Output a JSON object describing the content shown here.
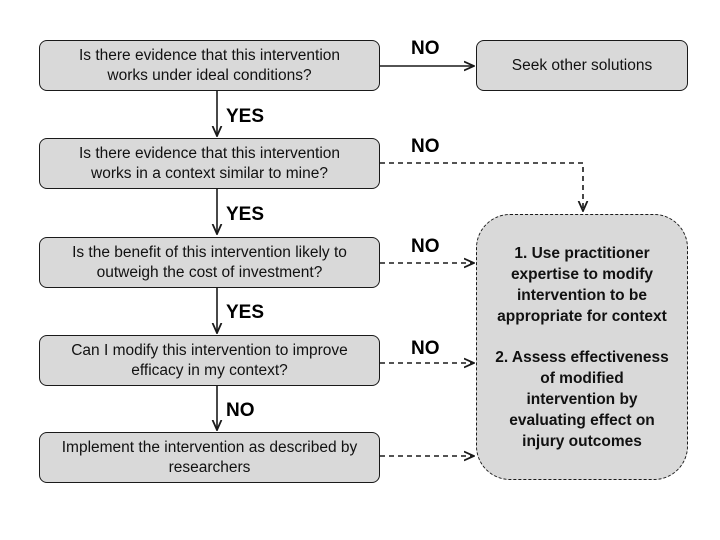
{
  "questions": [
    {
      "line1": "Is there evidence that this intervention",
      "line2": "works under ideal conditions?"
    },
    {
      "line1": "Is there evidence that this intervention",
      "line2": "works in a context similar to mine?"
    },
    {
      "line1": "Is the benefit of this intervention likely to",
      "line2": "outweigh the cost of investment?"
    },
    {
      "line1": "Can I modify this intervention to improve",
      "line2": "efficacy in my context?"
    },
    {
      "line1": "Implement the intervention as described by",
      "line2": "researchers"
    }
  ],
  "seek_other": "Seek other solutions",
  "modify_box": {
    "step1_lines": [
      "1. Use practitioner",
      "expertise to modify",
      "intervention to be",
      "appropriate for context"
    ],
    "step2_lines": [
      "2. Assess effectiveness",
      "of modified",
      "intervention by",
      "evaluating effect on",
      "injury outcomes"
    ]
  },
  "labels": {
    "no_1": "NO",
    "no_2": "NO",
    "no_3": "NO",
    "no_4": "NO",
    "yes_1": "YES",
    "yes_2": "YES",
    "yes_3": "YES",
    "no_down": "NO"
  },
  "colors": {
    "box_fill": "#d9d9d9",
    "stroke": "#1a1a1a"
  }
}
